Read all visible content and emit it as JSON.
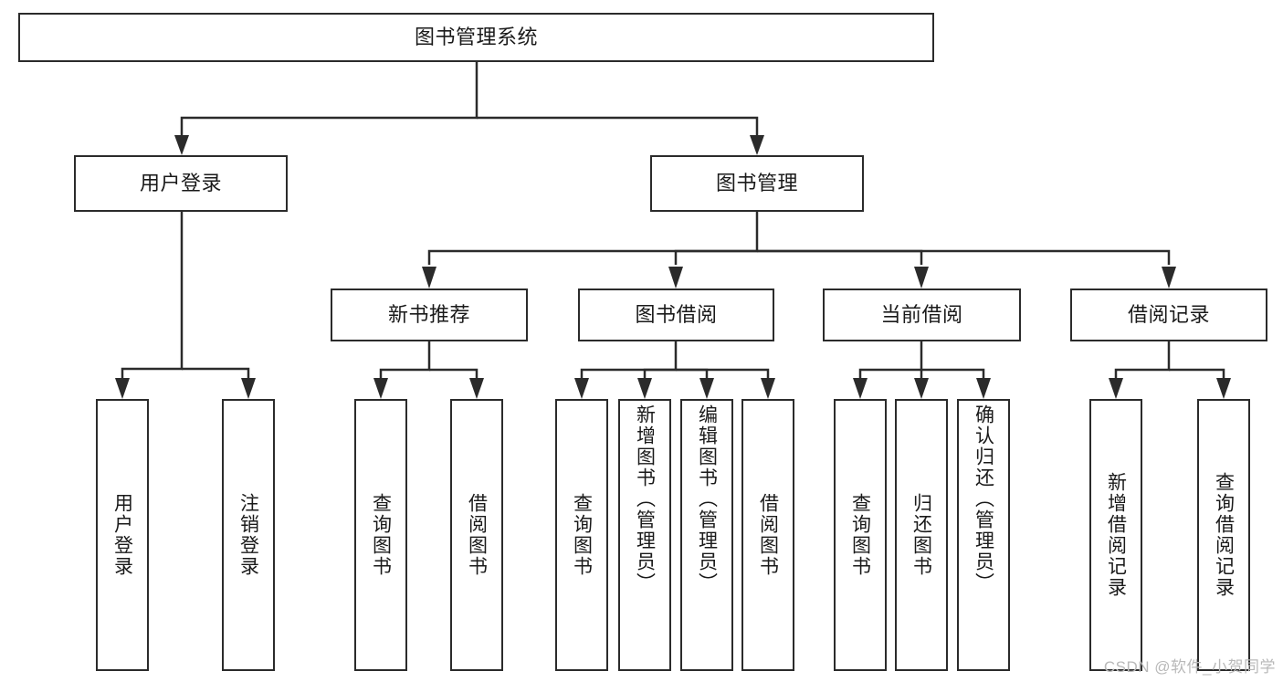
{
  "diagram": {
    "title": "图书管理系统",
    "type": "hierarchy-tree",
    "watermark": "CSDN @软件_小贺同学",
    "colors": {
      "box_border": "#2b2b2b",
      "box_fill": "#ffffff",
      "connector": "#2b2b2b",
      "text": "#1a1a1a",
      "watermark": "#b9b9b9"
    },
    "nodes": {
      "root": {
        "label": "图书管理系统"
      },
      "level2": [
        {
          "label": "用户登录"
        },
        {
          "label": "图书管理"
        }
      ],
      "level3": [
        {
          "label": "新书推荐"
        },
        {
          "label": "图书借阅"
        },
        {
          "label": "当前借阅"
        },
        {
          "label": "借阅记录"
        }
      ],
      "leaves": {
        "user_login": [
          {
            "label": "用户登录"
          },
          {
            "label": "注销登录"
          }
        ],
        "new_book_recommend": [
          {
            "label": "查询图书"
          },
          {
            "label": "借阅图书"
          }
        ],
        "book_borrow": [
          {
            "label": "查询图书"
          },
          {
            "label": "新增图书（管理员）"
          },
          {
            "label": "编辑图书（管理员）"
          },
          {
            "label": "借阅图书"
          }
        ],
        "current_borrow": [
          {
            "label": "查询图书"
          },
          {
            "label": "归还图书"
          },
          {
            "label": "确认归还（管理员）"
          }
        ],
        "borrow_record": [
          {
            "label": "新增借阅记录"
          },
          {
            "label": "查询借阅记录"
          }
        ]
      }
    }
  }
}
